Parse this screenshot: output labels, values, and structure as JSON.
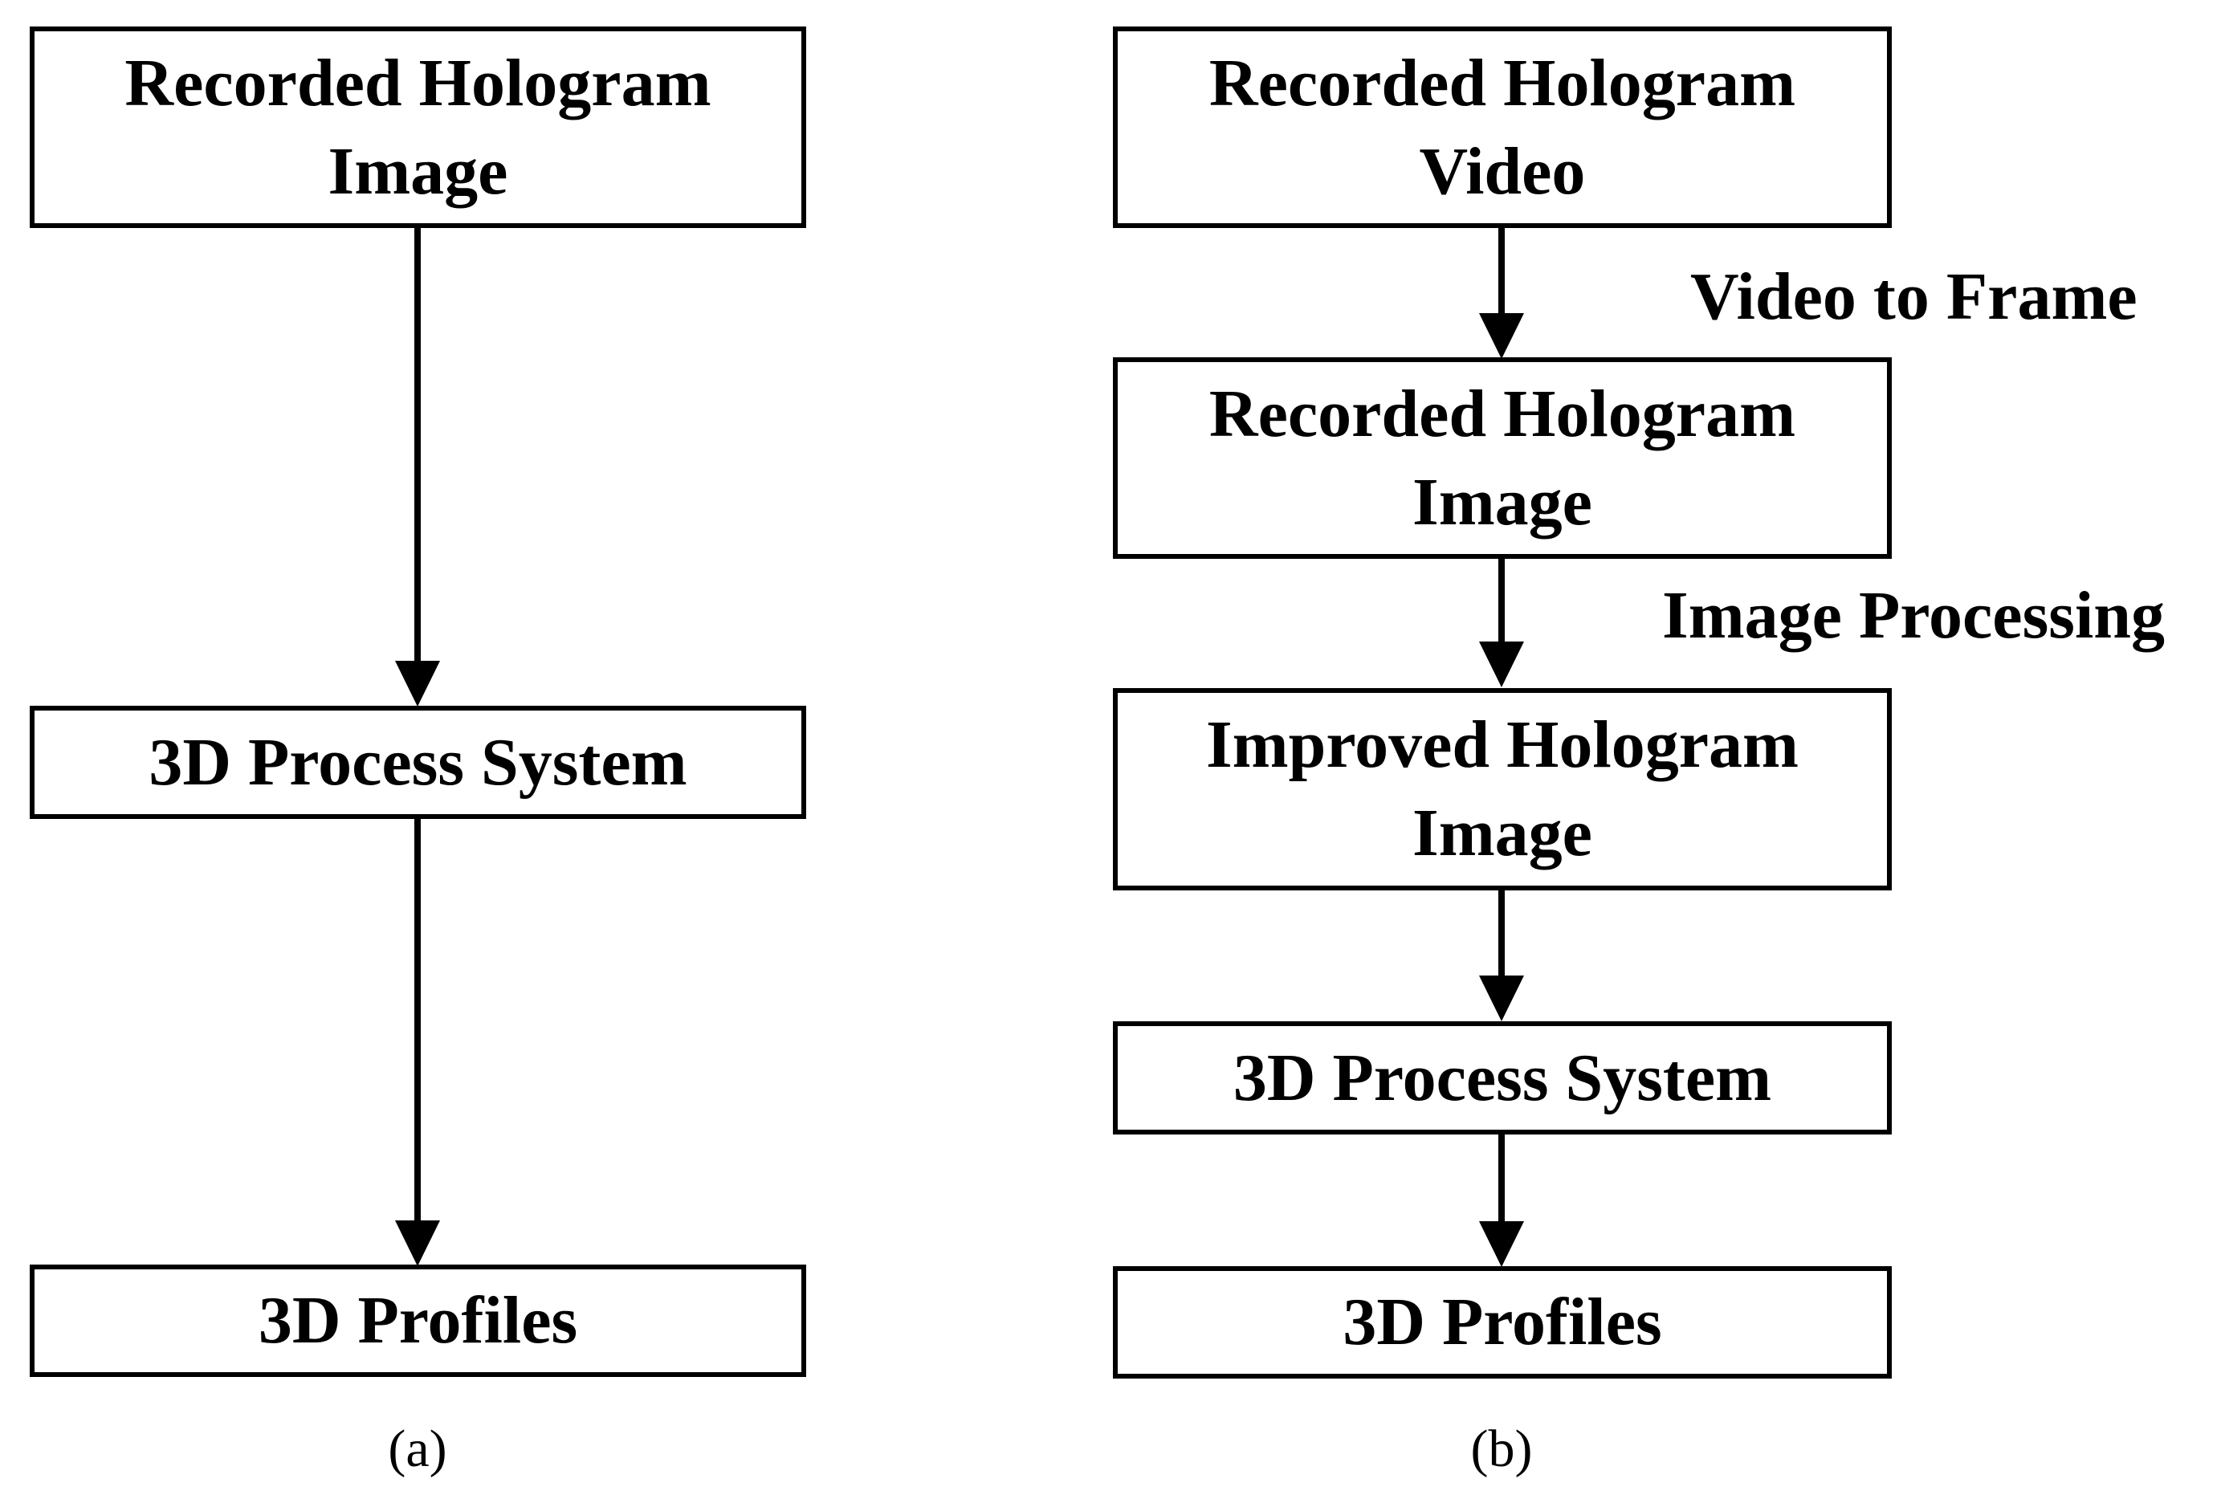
{
  "panel_a": {
    "caption": "(a)",
    "boxes": [
      {
        "label": "Recorded Hologram\nImage"
      },
      {
        "label": "3D Process System"
      },
      {
        "label": "3D Profiles"
      }
    ]
  },
  "panel_b": {
    "caption": "(b)",
    "boxes": [
      {
        "label": "Recorded Hologram\nVideo"
      },
      {
        "label": "Recorded Hologram\nImage"
      },
      {
        "label": "Improved Hologram\nImage"
      },
      {
        "label": "3D Process System"
      },
      {
        "label": "3D Profiles"
      }
    ],
    "edge_labels": [
      {
        "label": "Video to Frame"
      },
      {
        "label": "Image Processing"
      }
    ]
  }
}
